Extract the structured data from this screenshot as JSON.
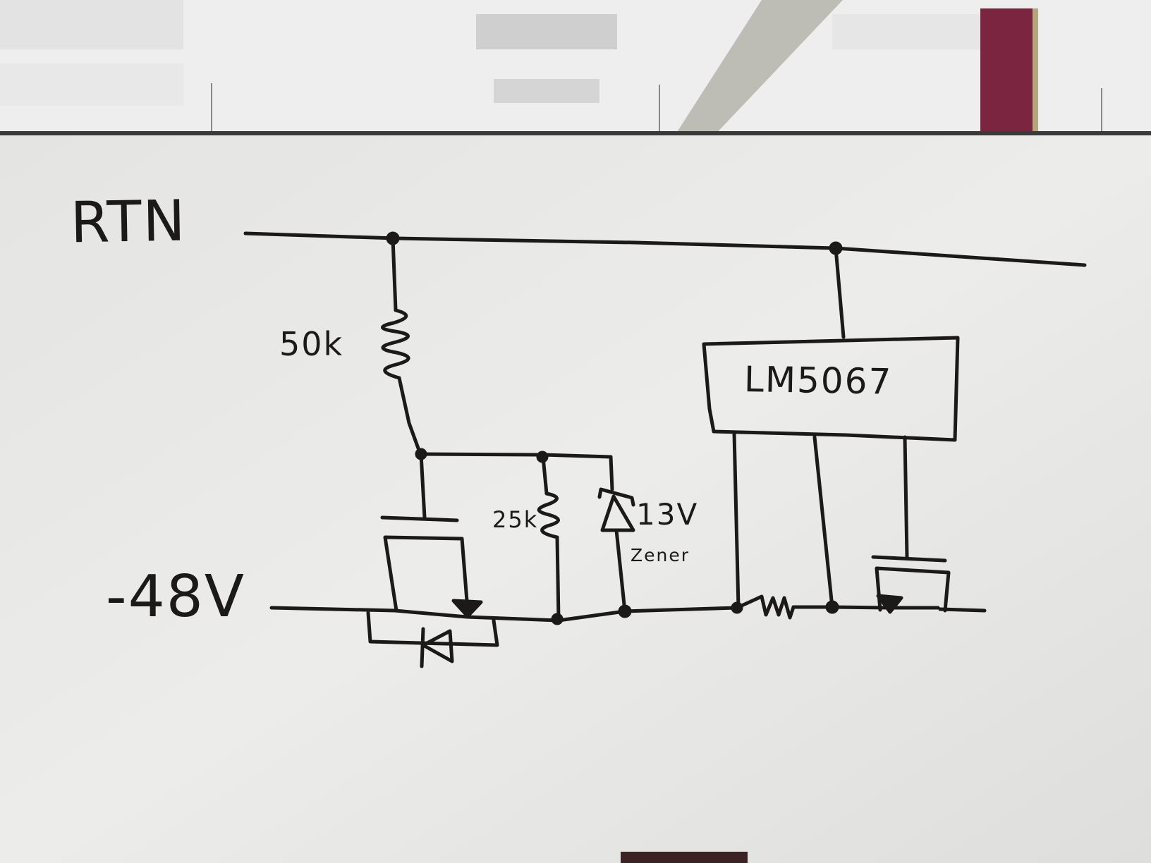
{
  "diagram": {
    "rail_top_label": "RTN",
    "rail_bottom_label": "-48V",
    "resistor_top_label": "50k",
    "resistor_mid_label": "25k",
    "zener_voltage_label": "13V",
    "zener_type_label": "Zener",
    "controller_label": "LM5067"
  },
  "colors": {
    "ink": "#1c1a18",
    "board": "#e9e9e6",
    "frame": "#3a3a3a",
    "ceiling": "#f2f2f2",
    "pillar": "#7c2540"
  }
}
